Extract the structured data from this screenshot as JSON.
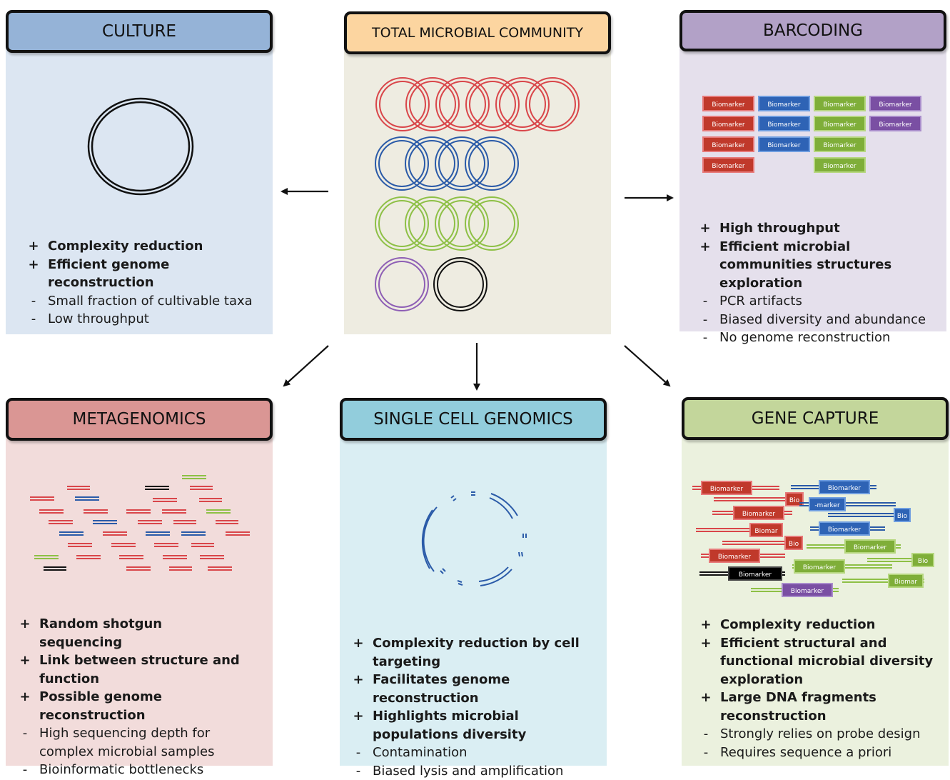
{
  "center": {
    "title": "TOTAL MICROBIAL COMMUNITY",
    "colors": {
      "red": "#d9464a",
      "blue": "#2a5aa8",
      "green": "#8ec046",
      "purple": "#8e5fb5",
      "black": "#111111"
    }
  },
  "culture": {
    "title": "CULTURE",
    "bg_color": "#dce6f2",
    "header_color": "#95b3d7",
    "features": [
      {
        "sign": "+",
        "text": "Complexity reduction",
        "type": "pro"
      },
      {
        "sign": "+",
        "text": "Efficient genome reconstruction",
        "type": "pro"
      },
      {
        "sign": "-",
        "text": "Small fraction of cultivable taxa",
        "type": "con"
      },
      {
        "sign": "-",
        "text": "Low throughput",
        "type": "con"
      }
    ]
  },
  "barcoding": {
    "title": "BARCODING",
    "bg_color": "#e5e0ec",
    "header_color": "#b2a1c7",
    "marker_label": "Biomarker",
    "features": [
      {
        "sign": "+",
        "text": "High throughput",
        "type": "pro"
      },
      {
        "sign": "+",
        "text": "Efficient microbial communities structures exploration",
        "type": "pro"
      },
      {
        "sign": "-",
        "text": "PCR artifacts",
        "type": "con"
      },
      {
        "sign": "-",
        "text": "Biased diversity and abundance",
        "type": "con"
      },
      {
        "sign": "-",
        "text": "No genome reconstruction",
        "type": "con"
      }
    ]
  },
  "metagenomics": {
    "title": "METAGENOMICS",
    "bg_color": "#f2dcdb",
    "header_color": "#da9694",
    "features": [
      {
        "sign": "+",
        "text": "Random shotgun sequencing",
        "type": "pro"
      },
      {
        "sign": "+",
        "text": "Link between structure and function",
        "type": "pro"
      },
      {
        "sign": "+",
        "text": "Possible genome reconstruction",
        "type": "pro"
      },
      {
        "sign": "-",
        "text": "High sequencing depth for complex microbial samples",
        "type": "con"
      },
      {
        "sign": "-",
        "text": "Bioinformatic bottlenecks",
        "type": "con"
      }
    ]
  },
  "single_cell": {
    "title": "SINGLE CELL GENOMICS",
    "bg_color": "#daeef3",
    "header_color": "#92cddc",
    "features": [
      {
        "sign": "+",
        "text": "Complexity reduction by cell targeting",
        "type": "pro"
      },
      {
        "sign": "+",
        "text": "Facilitates genome reconstruction",
        "type": "pro"
      },
      {
        "sign": "+",
        "text": "Highlights microbial populations diversity",
        "type": "pro"
      },
      {
        "sign": "-",
        "text": "Contamination",
        "type": "con"
      },
      {
        "sign": "-",
        "text": "Biased lysis and amplification",
        "type": "con"
      }
    ]
  },
  "gene_capture": {
    "title": "GENE CAPTURE",
    "bg_color": "#ebf1de",
    "header_color": "#c3d69b",
    "probe_labels": [
      "Biomarker",
      "Bio",
      "-marker",
      "Biomar",
      "Bio"
    ],
    "features": [
      {
        "sign": "+",
        "text": "Complexity reduction",
        "type": "pro"
      },
      {
        "sign": "+",
        "text": "Efficient structural and functional microbial diversity exploration",
        "type": "pro"
      },
      {
        "sign": "+",
        "text": "Large DNA fragments reconstruction",
        "type": "pro"
      },
      {
        "sign": "-",
        "text": "Strongly relies on probe design",
        "type": "con"
      },
      {
        "sign": "-",
        "text": "Requires sequence a priori",
        "type": "con"
      }
    ]
  }
}
